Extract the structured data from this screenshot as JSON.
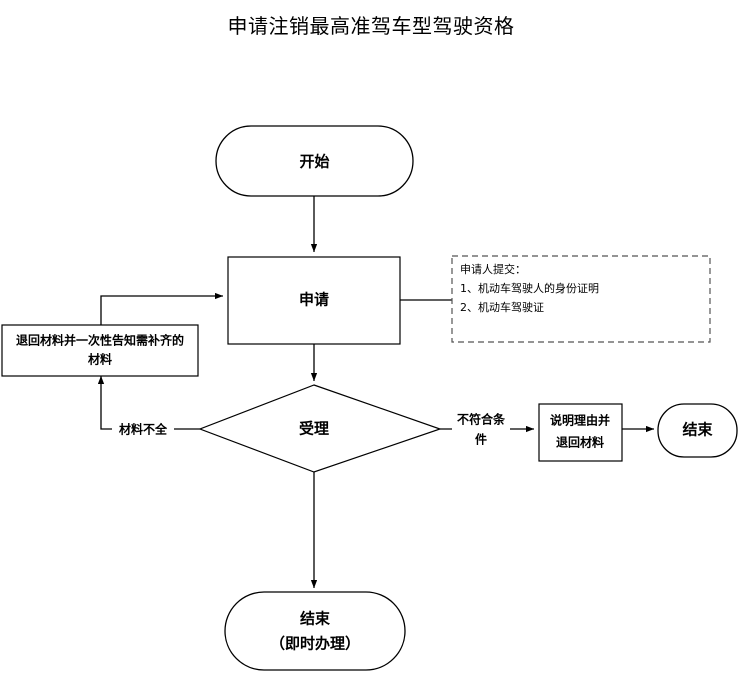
{
  "page": {
    "title": "申请注销最高准驾车型驾驶资格",
    "background_color": "#ffffff",
    "line_color": "#000000",
    "note_border_color": "#555555"
  },
  "nodes": {
    "start": {
      "label": "开始",
      "shape": "terminator"
    },
    "apply": {
      "label": "申请",
      "shape": "process"
    },
    "return_materials": {
      "line1": "退回材料并一次性告知需补齐的",
      "line2": "材料",
      "shape": "process"
    },
    "accept": {
      "label": "受理",
      "shape": "decision"
    },
    "explain_return": {
      "line1": "说明理由并",
      "line2": "退回材料",
      "shape": "process"
    },
    "end_right": {
      "label": "结束",
      "shape": "terminator"
    },
    "end_bottom": {
      "line1": "结束",
      "line2": "（即时办理）",
      "shape": "terminator"
    }
  },
  "note": {
    "heading": "申请人提交：",
    "items": [
      "1、机动车驾驶人的身份证明",
      "2、机动车驾驶证"
    ]
  },
  "edges": {
    "incomplete_label": "材料不全",
    "not_qualified_line1": "不符合条",
    "not_qualified_line2": "件"
  }
}
